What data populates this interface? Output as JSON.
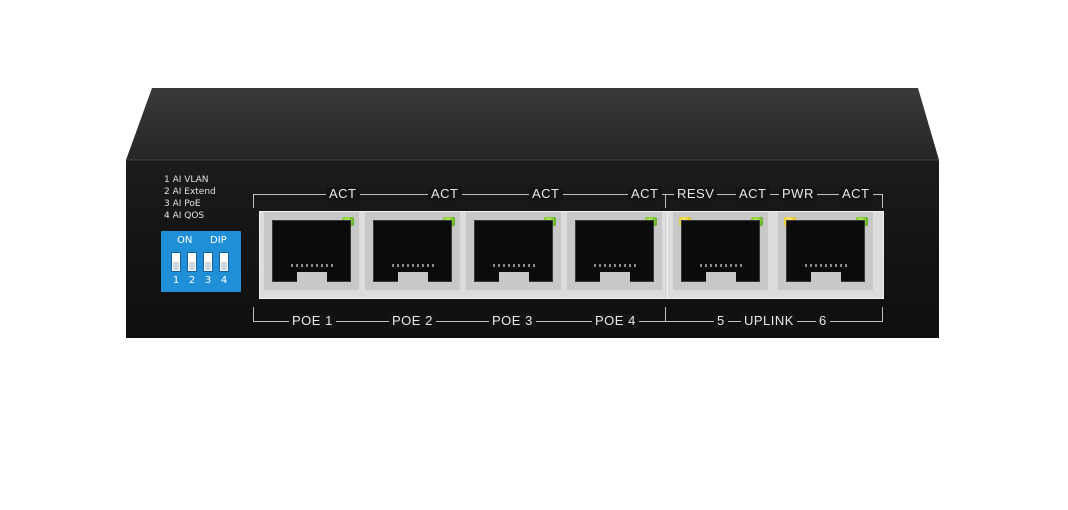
{
  "dip_switch": {
    "legend": [
      "1 AI VLAN",
      "2 AI Extend",
      "3 AI PoE",
      "4 AI QOS"
    ],
    "on_label": "ON",
    "dip_label": "DIP",
    "numbers": [
      "1",
      "2",
      "3",
      "4"
    ]
  },
  "top_labels": {
    "act1": "ACT",
    "act2": "ACT",
    "act3": "ACT",
    "act4": "ACT",
    "resv": "RESV",
    "act5": "ACT",
    "pwr": "PWR",
    "act6": "ACT"
  },
  "bottom_labels": {
    "poe1": "POE 1",
    "poe2": "POE 2",
    "poe3": "POE 3",
    "poe4": "POE 4",
    "port5": "5",
    "uplink": "UPLINK",
    "port6": "6"
  },
  "colors": {
    "led_green": "#7ed321",
    "led_yellow": "#f2d21b",
    "dip_blue": "#1f8fd8",
    "chassis": "#141414"
  }
}
